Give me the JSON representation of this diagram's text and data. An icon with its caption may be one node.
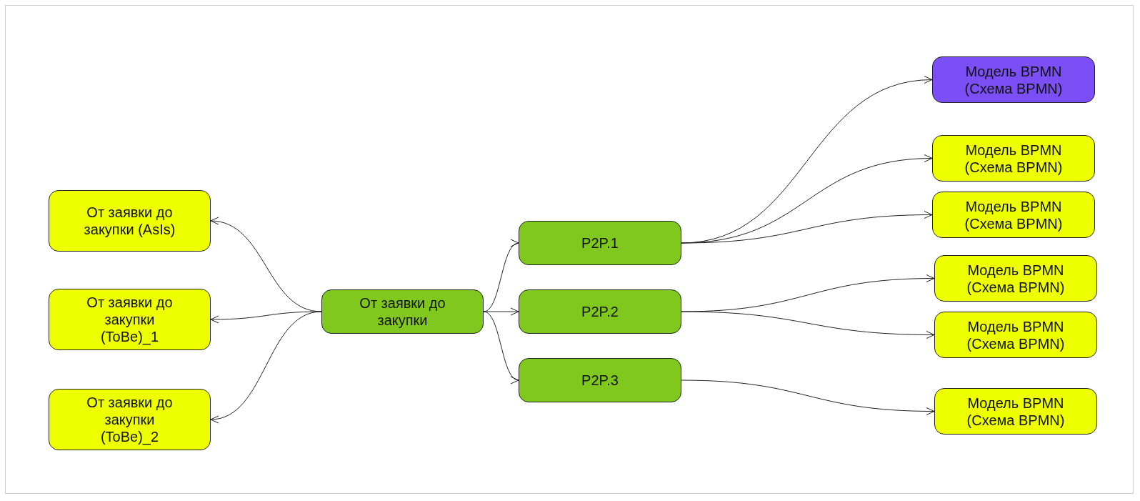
{
  "diagram": {
    "nodes": [
      {
        "text": [
          "От заявки до закупки"
        ]
      },
      {
        "text": [
          "От заявки до закупки (AsIs)"
        ]
      },
      {
        "text": [
          "От заявки до закупки (ToBe)_1"
        ]
      },
      {
        "text": [
          "От заявки до закупки (ToBe)_2"
        ]
      },
      {
        "text": [
          "P2P.1"
        ]
      },
      {
        "text": [
          "P2P.2"
        ]
      },
      {
        "text": [
          "P2P.3"
        ]
      },
      {
        "text": [
          "Модель BPMN (Схема BPMN)"
        ]
      },
      {
        "text": [
          "Модель BPMN (Схема BPMN)"
        ]
      },
      {
        "text": [
          "Модель BPMN (Схема BPMN)"
        ]
      },
      {
        "text": [
          "Модель BPMN (Схема BPMN)"
        ]
      },
      {
        "text": [
          "Модель BPMN (Схема BPMN)"
        ]
      },
      {
        "text": [
          "Модель BPMN (Схема BPMN)"
        ]
      }
    ],
    "edges": [
      {
        "from": 0,
        "to": 1,
        "arrow": "to"
      },
      {
        "from": 0,
        "to": 2,
        "arrow": "to"
      },
      {
        "from": 0,
        "to": 3,
        "arrow": "to"
      },
      {
        "from": 0,
        "to": 4,
        "arrow": "to"
      },
      {
        "from": 0,
        "to": 5,
        "arrow": "to"
      },
      {
        "from": 0,
        "to": 6,
        "arrow": "to"
      },
      {
        "from": 4,
        "to": 7,
        "arrow": "to"
      },
      {
        "from": 4,
        "to": 8,
        "arrow": "to"
      },
      {
        "from": 4,
        "to": 9,
        "arrow": "to"
      },
      {
        "from": 5,
        "to": 10,
        "arrow": "to"
      },
      {
        "from": 5,
        "to": 11,
        "arrow": "to"
      },
      {
        "from": 6,
        "to": 12,
        "arrow": "to"
      }
    ]
  }
}
